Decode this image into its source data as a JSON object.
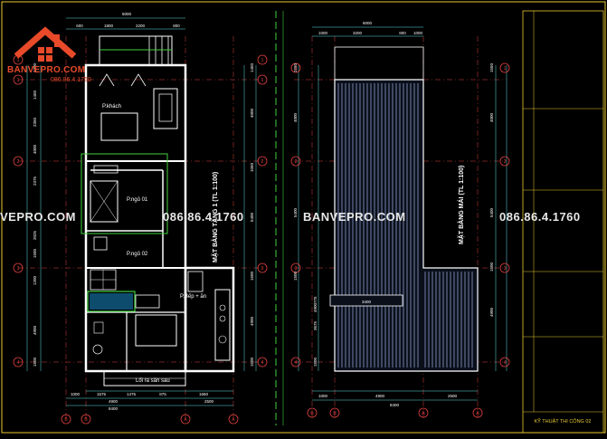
{
  "logo": {
    "name": "BANVEPRO.COM",
    "phone": "086.86.4.1760"
  },
  "watermarks": [
    {
      "text": "VEPRO.COM",
      "kind": "site"
    },
    {
      "text": "086.86.4.1760",
      "kind": "phone"
    },
    {
      "text": "BANVEPRO.COM",
      "kind": "site"
    },
    {
      "text": "086.86.4.1760",
      "kind": "phone"
    }
  ],
  "floor_plan": {
    "title": "MẶT BẰNG TẦNG 1 (TL 1:100)",
    "rooms": [
      "P.khách",
      "P.ngủ 01",
      "P.ngủ 02",
      "P.Bếp + ăn",
      "Lối ra sân sau"
    ],
    "dims_top": [
      "5000",
      "600",
      "1800",
      "2200",
      "800"
    ],
    "dims_bottom": [
      "1000",
      "1575",
      "1475",
      "875",
      "1650",
      "4900",
      "2500",
      "8400"
    ],
    "dims_left": [
      "1200",
      "1450",
      "2350",
      "4000",
      "2375",
      "2025",
      "1500",
      "1200",
      "4900",
      "1500"
    ],
    "dims_right": [
      "1450",
      "4000",
      "1050",
      "5400",
      "1500",
      "4900",
      "1500"
    ],
    "axes_bottom": [
      "B",
      "B",
      "A",
      "A"
    ],
    "axes_side": [
      "1",
      "1",
      "2",
      "3",
      "4"
    ]
  },
  "roof_plan": {
    "title": "MẶT BẰNG MÁI (TL 1:100)",
    "dims_top": [
      "6000",
      "1000",
      "3200",
      "800",
      "1000"
    ],
    "dims_bottom": [
      "1000",
      "4900",
      "2500",
      "8400"
    ],
    "dims_left": [
      "1550",
      "4000",
      "5400",
      "1500",
      "775",
      "3675",
      "4900",
      "1500"
    ],
    "dims_right": [
      "1550",
      "4000",
      "5400",
      "1500",
      "4900"
    ],
    "inner_dim": "3400",
    "axes_bottom": [
      "B",
      "B",
      "A",
      "A"
    ],
    "axes_side": [
      "1",
      "1",
      "2",
      "3",
      "4"
    ]
  },
  "title_block": {
    "footer": "KỸ THUẬT THI CÔNG 02"
  },
  "colors": {
    "grid": "#e04040",
    "wall": "#ffffff",
    "roof": "#7d8fb8",
    "dim": "#60e0e0",
    "accent": "#e8c830",
    "green": "#40d040",
    "hatch": "#c040c0"
  }
}
